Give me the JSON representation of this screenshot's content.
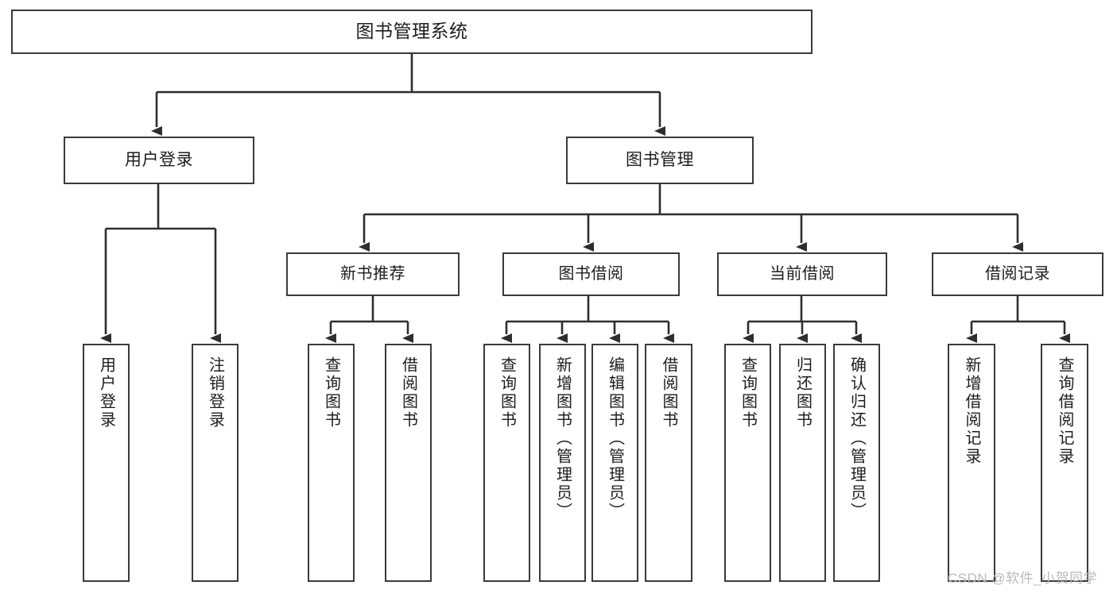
{
  "diagram": {
    "title": "图书管理系统",
    "type": "tree-hierarchy",
    "nodes": {
      "root": {
        "label": "图书管理系统"
      },
      "user_login": {
        "label": "用户登录"
      },
      "book_manage": {
        "label": "图书管理"
      },
      "new_book_rec": {
        "label": "新书推荐"
      },
      "book_borrow": {
        "label": "图书借阅"
      },
      "current_borrow": {
        "label": "当前借阅"
      },
      "borrow_record": {
        "label": "借阅记录"
      },
      "leaf_user_login": {
        "label": "用户登录"
      },
      "leaf_logout": {
        "label": "注销登录"
      },
      "leaf_query_book_1": {
        "label": "查询图书"
      },
      "leaf_borrow_book_1": {
        "label": "借阅图书"
      },
      "leaf_query_book_2": {
        "label": "查询图书"
      },
      "leaf_add_book": {
        "label": "新增图书（管理员）"
      },
      "leaf_edit_book": {
        "label": "编辑图书（管理员）"
      },
      "leaf_borrow_book_2": {
        "label": "借阅图书"
      },
      "leaf_query_book_3": {
        "label": "查询图书"
      },
      "leaf_return_book": {
        "label": "归还图书"
      },
      "leaf_confirm_return": {
        "label": "确认归还（管理员）"
      },
      "leaf_add_record": {
        "label": "新增借阅记录"
      },
      "leaf_query_record": {
        "label": "查询借阅记录"
      }
    },
    "watermark": "CSDN @软件_小贺同学",
    "colors": {
      "stroke": "#3a3a3a",
      "text": "#1d1d1d",
      "background": "#ffffff",
      "watermark": "#b9b9b9"
    }
  }
}
